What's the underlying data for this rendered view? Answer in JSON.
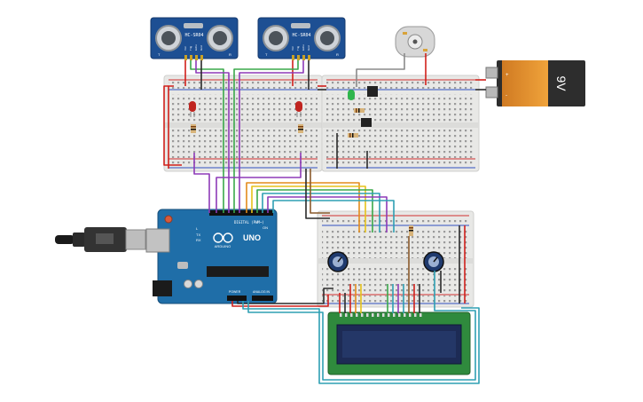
{
  "sensors": [
    {
      "label": "HC-SR04",
      "pin_labels": [
        "Vcc",
        "Trig",
        "Echo",
        "Gnd"
      ],
      "side_marks": [
        "T",
        "R"
      ]
    },
    {
      "label": "HC-SR04",
      "pin_labels": [
        "Vcc",
        "Trig",
        "Echo",
        "Gnd"
      ],
      "side_marks": [
        "T",
        "R"
      ]
    }
  ],
  "battery": {
    "label": "9V",
    "terminals": [
      "+",
      "-"
    ]
  },
  "arduino": {
    "model": "UNO",
    "brand": "ARDUINO",
    "digital_header": "DIGITAL (PWM~)",
    "power_header": "POWER",
    "analog_header": "ANALOG IN",
    "tx_label": "TX",
    "rx_label": "RX",
    "l_label": "L",
    "on_label": "ON"
  },
  "colors": {
    "breadboard": "#e9e9e7",
    "arduino_pcb": "#1f6ea8",
    "sensor_pcb": "#1d4f93",
    "lcd_pcb": "#2f8a3d",
    "lcd_screen": "#1d2b55",
    "wire_red": "#d0201b",
    "wire_black": "#2a2a2a",
    "wire_green": "#3aa84a",
    "wire_purple": "#8e3ab8",
    "wire_orange": "#e38b1c",
    "wire_teal": "#2e9fb3",
    "wire_yellow": "#e6c21a",
    "wire_brown": "#8a5a2b",
    "wire_gray": "#8a8a8a"
  }
}
